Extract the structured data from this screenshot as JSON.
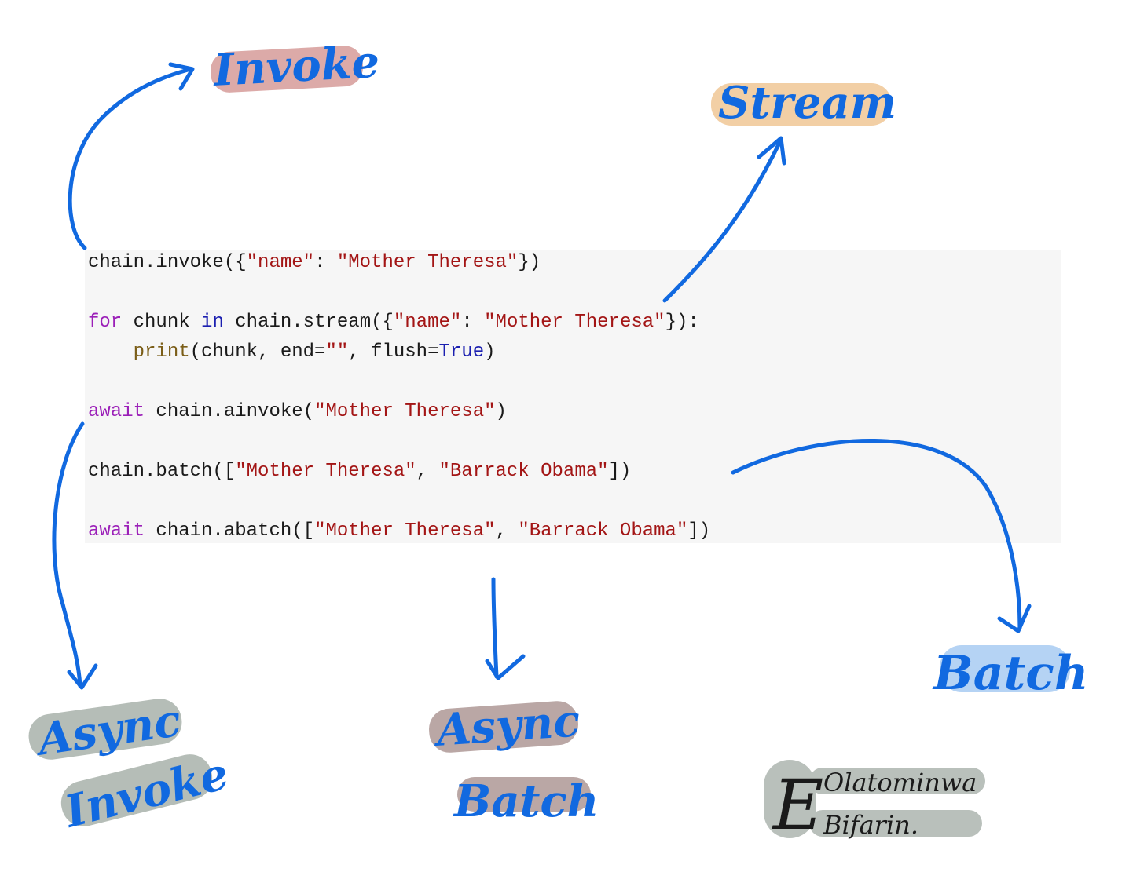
{
  "code": {
    "lines": [
      [
        {
          "t": "chain.invoke({",
          "c": "plain"
        },
        {
          "t": "\"name\"",
          "c": "str"
        },
        {
          "t": ": ",
          "c": "plain"
        },
        {
          "t": "\"Mother Theresa\"",
          "c": "str"
        },
        {
          "t": "})",
          "c": "plain"
        }
      ],
      [],
      [
        {
          "t": "for",
          "c": "kw"
        },
        {
          "t": " chunk ",
          "c": "plain"
        },
        {
          "t": "in",
          "c": "in"
        },
        {
          "t": " chain.stream({",
          "c": "plain"
        },
        {
          "t": "\"name\"",
          "c": "str"
        },
        {
          "t": ": ",
          "c": "plain"
        },
        {
          "t": "\"Mother Theresa\"",
          "c": "str"
        },
        {
          "t": "}):",
          "c": "plain"
        }
      ],
      [
        {
          "t": "    ",
          "c": "plain"
        },
        {
          "t": "print",
          "c": "fn"
        },
        {
          "t": "(chunk, end=",
          "c": "plain"
        },
        {
          "t": "\"\"",
          "c": "str"
        },
        {
          "t": ", flush=",
          "c": "plain"
        },
        {
          "t": "True",
          "c": "const"
        },
        {
          "t": ")",
          "c": "plain"
        }
      ],
      [],
      [
        {
          "t": "await",
          "c": "kw"
        },
        {
          "t": " chain.ainvoke(",
          "c": "plain"
        },
        {
          "t": "\"Mother Theresa\"",
          "c": "str"
        },
        {
          "t": ")",
          "c": "plain"
        }
      ],
      [],
      [
        {
          "t": "chain.batch([",
          "c": "plain"
        },
        {
          "t": "\"Mother Theresa\"",
          "c": "str"
        },
        {
          "t": ", ",
          "c": "plain"
        },
        {
          "t": "\"Barrack Obama\"",
          "c": "str"
        },
        {
          "t": "])",
          "c": "plain"
        }
      ],
      [],
      [
        {
          "t": "await",
          "c": "kw"
        },
        {
          "t": " chain.abatch([",
          "c": "plain"
        },
        {
          "t": "\"Mother Theresa\"",
          "c": "str"
        },
        {
          "t": ", ",
          "c": "plain"
        },
        {
          "t": "\"Barrack Obama\"",
          "c": "str"
        },
        {
          "t": "])",
          "c": "plain"
        }
      ]
    ]
  },
  "labels": {
    "invoke": "Invoke",
    "stream": "Stream",
    "async_invoke_line1": "Async",
    "async_invoke_line2": "Invoke",
    "async_batch_line1": "Async",
    "async_batch_line2": "Batch",
    "batch": "Batch"
  },
  "signature": {
    "initial": "E",
    "line1": "Olatominwa",
    "line2": "Bifarin."
  },
  "colors": {
    "ink": "#1169e0",
    "invoke_highlight": "#dcaaa8",
    "stream_highlight": "#f2cfa5",
    "async_invoke_highlight": "#b5bdb7",
    "async_batch_highlight": "#baa7a5",
    "batch_highlight": "#b5d3f4",
    "signature_highlight": "#b9c0bb"
  }
}
